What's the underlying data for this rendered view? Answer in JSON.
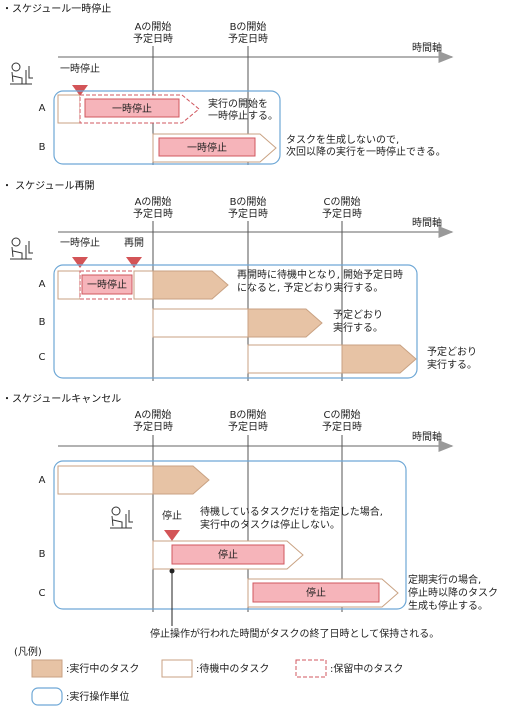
{
  "colors": {
    "running": "#e7c3a5",
    "running_stroke": "#c9a283",
    "waiting_stroke": "#c9a283",
    "paused_fill": "#f6b4ba",
    "paused_stroke": "#d0575f",
    "unit_stroke": "#6fa8d6",
    "axis": "#999999",
    "marker": "#d35457"
  },
  "section1": {
    "title": "・スケジュール一時停止",
    "colA_label": "Aの開始\n予定日時",
    "colB_label": "Bの開始\n予定日時",
    "axis_label": "時間軸",
    "marker_label": "一時停止",
    "row_a": "A",
    "row_b": "B",
    "bar_a_label": "一時停止",
    "bar_b_label": "一時停止",
    "note_a": "実行の開始を\n一時停止する。",
    "note_b": "タスクを生成しないので,\n次回以降の実行を一時停止できる。"
  },
  "section2": {
    "title": "・ スケジュール再開",
    "colA_label": "Aの開始\n予定日時",
    "colB_label": "Bの開始\n予定日時",
    "colC_label": "Cの開始\n予定日時",
    "axis_label": "時間軸",
    "marker1_label": "一時停止",
    "marker2_label": "再開",
    "row_a": "A",
    "row_b": "B",
    "row_c": "C",
    "bar_a_label": "一時停止",
    "note_a": "再開時に待機中となり, 開始予定日時\nになると, 予定どおり実行する。",
    "note_b": "予定どおり\n実行する。",
    "note_c": "予定どおり\n実行する。"
  },
  "section3": {
    "title": "・スケジュールキャンセル",
    "colA_label": "Aの開始\n予定日時",
    "colB_label": "Bの開始\n予定日時",
    "colC_label": "Cの開始\n予定日時",
    "axis_label": "時間軸",
    "marker_label": "停止",
    "row_a": "A",
    "row_b": "B",
    "row_c": "C",
    "bar_b_label": "停止",
    "bar_c_label": "停止",
    "note_mid": "待機しているタスクだけを指定した場合,\n実行中のタスクは停止しない。",
    "note_c": "定期実行の場合,\n停止時以降のタスク\n生成も停止する。",
    "note_bottom": "停止操作が行われた時間がタスクの終了日時として保持される。"
  },
  "legend": {
    "title": "(凡例)",
    "running": ":実行中のタスク",
    "waiting": ":待機中のタスク",
    "paused": ":保留中のタスク",
    "unit": ":実行操作単位"
  }
}
